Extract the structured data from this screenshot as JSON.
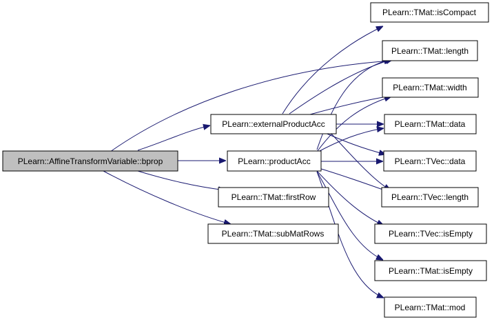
{
  "colors": {
    "edge": "#191970",
    "node_fill": "#ffffff",
    "root_fill": "#bfbfbf",
    "node_border": "#000000"
  },
  "nodes": {
    "root": "PLearn::AffineTransformVariable::bprop",
    "externalProductAcc": "PLearn::externalProductAcc",
    "productAcc": "PLearn::productAcc",
    "firstRow": "PLearn::TMat::firstRow",
    "subMatRows": "PLearn::TMat::subMatRows",
    "isCompact": "PLearn::TMat::isCompact",
    "tmat_length": "PLearn::TMat::length",
    "tmat_width": "PLearn::TMat::width",
    "tmat_data": "PLearn::TMat::data",
    "tvec_data": "PLearn::TVec::data",
    "tvec_length": "PLearn::TVec::length",
    "tvec_isEmpty": "PLearn::TVec::isEmpty",
    "tmat_isEmpty": "PLearn::TMat::isEmpty",
    "tmat_mod": "PLearn::TMat::mod"
  }
}
